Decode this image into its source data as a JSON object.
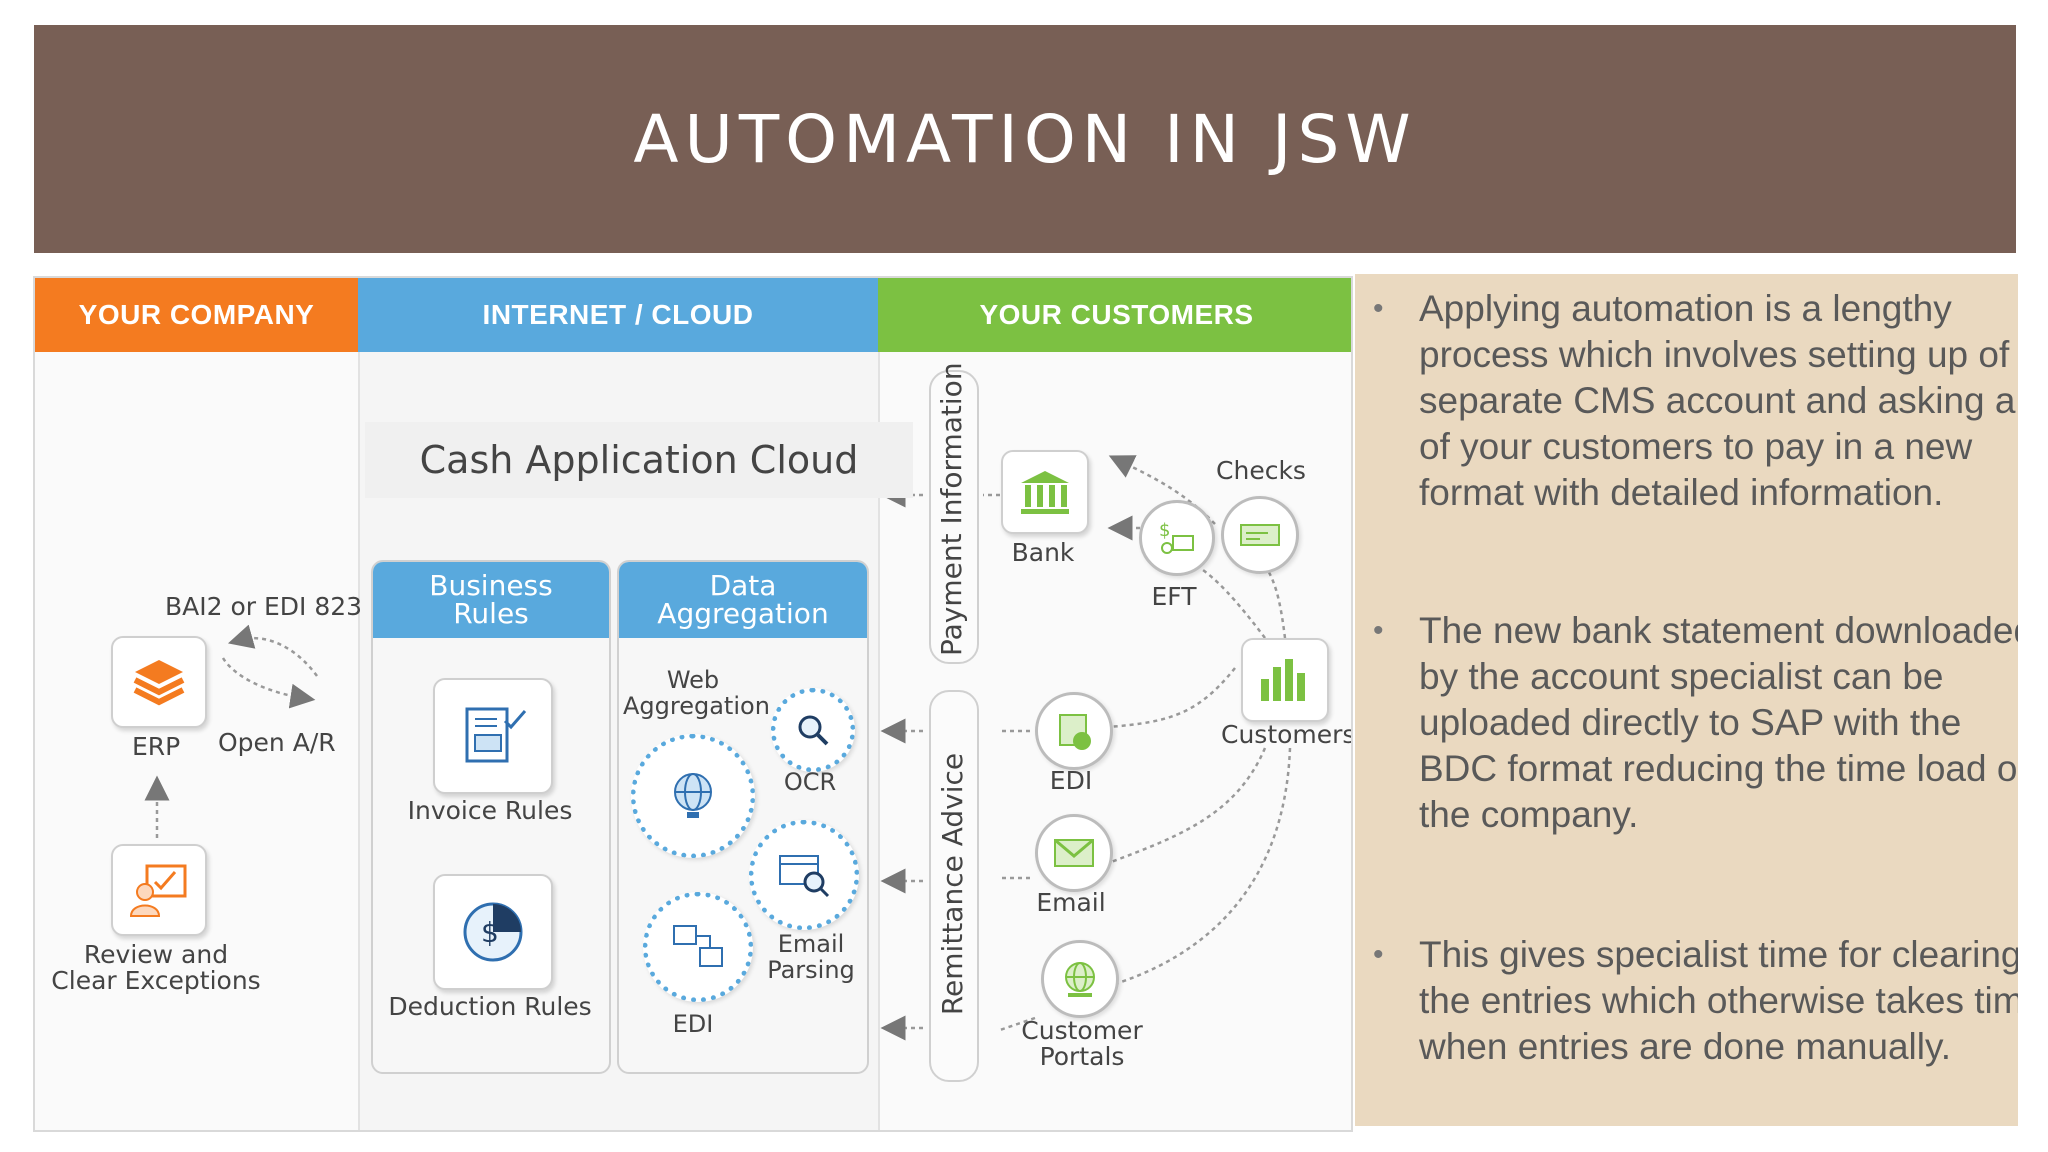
{
  "title": "AUTOMATION IN JSW",
  "diagram": {
    "columns": [
      {
        "label": "YOUR COMPANY",
        "color": "#f47b20"
      },
      {
        "label": "INTERNET / CLOUD",
        "color": "#59a9dd"
      },
      {
        "label": "YOUR CUSTOMERS",
        "color": "#7cc142"
      }
    ],
    "company": {
      "bai2": "BAI2 or EDI 823",
      "erp": "ERP",
      "open_ar": "Open A/R",
      "review_1": "Review and",
      "review_2": "Clear Exceptions"
    },
    "cloud": {
      "heading": "Cash Application Cloud",
      "business_rules_1": "Business",
      "business_rules_2": "Rules",
      "invoice_rules": "Invoice Rules",
      "deduction_rules": "Deduction Rules",
      "data_agg_1": "Data",
      "data_agg_2": "Aggregation",
      "web_agg_1": "Web",
      "web_agg_2": "Aggregation",
      "ocr": "OCR",
      "email_parsing_1": "Email",
      "email_parsing_2": "Parsing",
      "edi": "EDI"
    },
    "customers": {
      "payment_info": "Payment Information",
      "remittance": "Remittance Advice",
      "bank": "Bank",
      "eft": "EFT",
      "checks": "Checks",
      "customers": "Customers",
      "edi": "EDI",
      "email": "Email",
      "portals_1": "Customer",
      "portals_2": "Portals"
    }
  },
  "bullets": [
    "Applying automation is a lengthy process which involves setting up of a separate CMS account and asking all of your customers to pay in a new format with detailed information.",
    "The new bank statement downloaded by the account specialist can be uploaded directly to SAP with the BDC format reducing the time load of the company.",
    "This gives specialist time for clearing the entries which otherwise takes time when entries are done manually."
  ],
  "bullet_symbol": "•"
}
